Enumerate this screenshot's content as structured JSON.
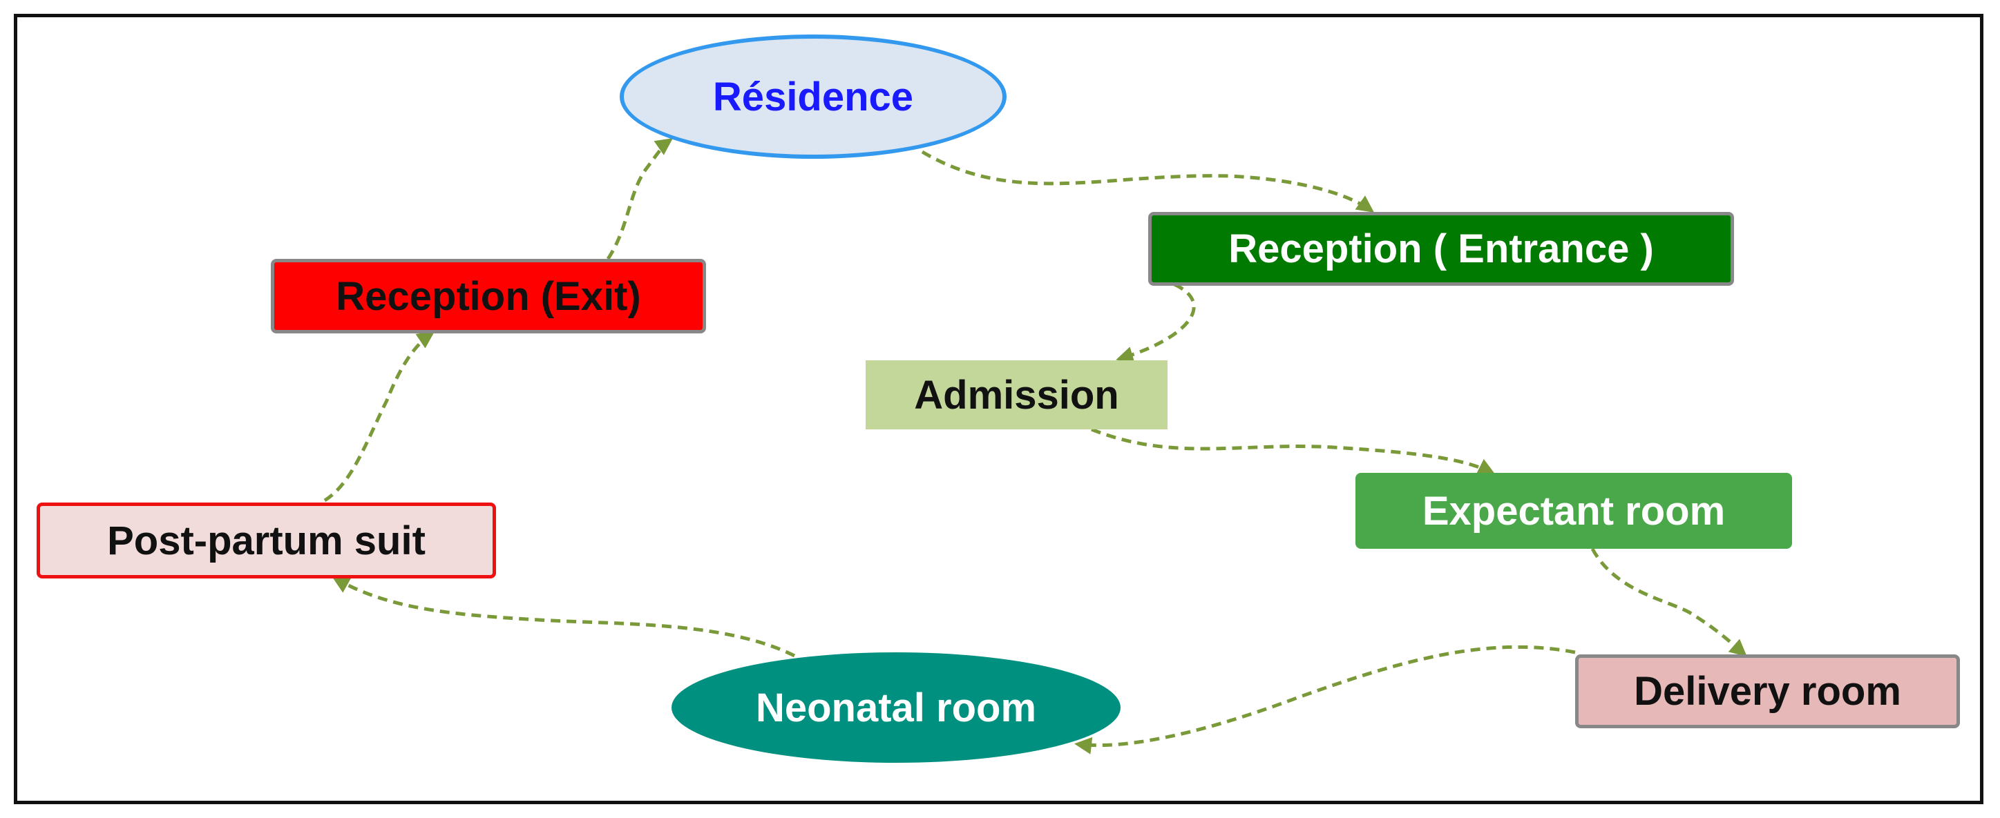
{
  "nodes": {
    "residence": {
      "label": "Résidence",
      "fill": "#dce6f2",
      "border": "#3399ee",
      "text": "#1a1aff"
    },
    "reception_entrance": {
      "label": "Reception ( Entrance )",
      "fill": "#007a00",
      "border": "#888888",
      "text": "#ffffff"
    },
    "admission": {
      "label": "Admission",
      "fill": "#c4d79b",
      "border": "#c4d79b",
      "text": "#111111"
    },
    "expectant_room": {
      "label": "Expectant room",
      "fill": "#4aa84a",
      "border": "#4aa84a",
      "text": "#ffffff"
    },
    "delivery_room": {
      "label": "Delivery room",
      "fill": "#e6b8b7",
      "border": "#888888",
      "text": "#111111"
    },
    "neonatal_room": {
      "label": "Neonatal room",
      "fill": "#009080",
      "border": "#009080",
      "text": "#ffffff"
    },
    "post_partum_suit": {
      "label": "Post-partum suit",
      "fill": "#f2dcdb",
      "border": "#ee1111",
      "text": "#111111"
    },
    "reception_exit": {
      "label": "Reception (Exit)",
      "fill": "#ff0000",
      "border": "#888888",
      "text": "#111111"
    }
  },
  "edges": [
    {
      "from": "residence",
      "to": "reception_entrance"
    },
    {
      "from": "reception_entrance",
      "to": "admission"
    },
    {
      "from": "admission",
      "to": "expectant_room"
    },
    {
      "from": "expectant_room",
      "to": "delivery_room"
    },
    {
      "from": "delivery_room",
      "to": "neonatal_room"
    },
    {
      "from": "neonatal_room",
      "to": "post_partum_suit"
    },
    {
      "from": "post_partum_suit",
      "to": "reception_exit"
    },
    {
      "from": "reception_exit",
      "to": "residence"
    }
  ],
  "edge_color": "#7a9a3a",
  "edge_style": "dashed"
}
